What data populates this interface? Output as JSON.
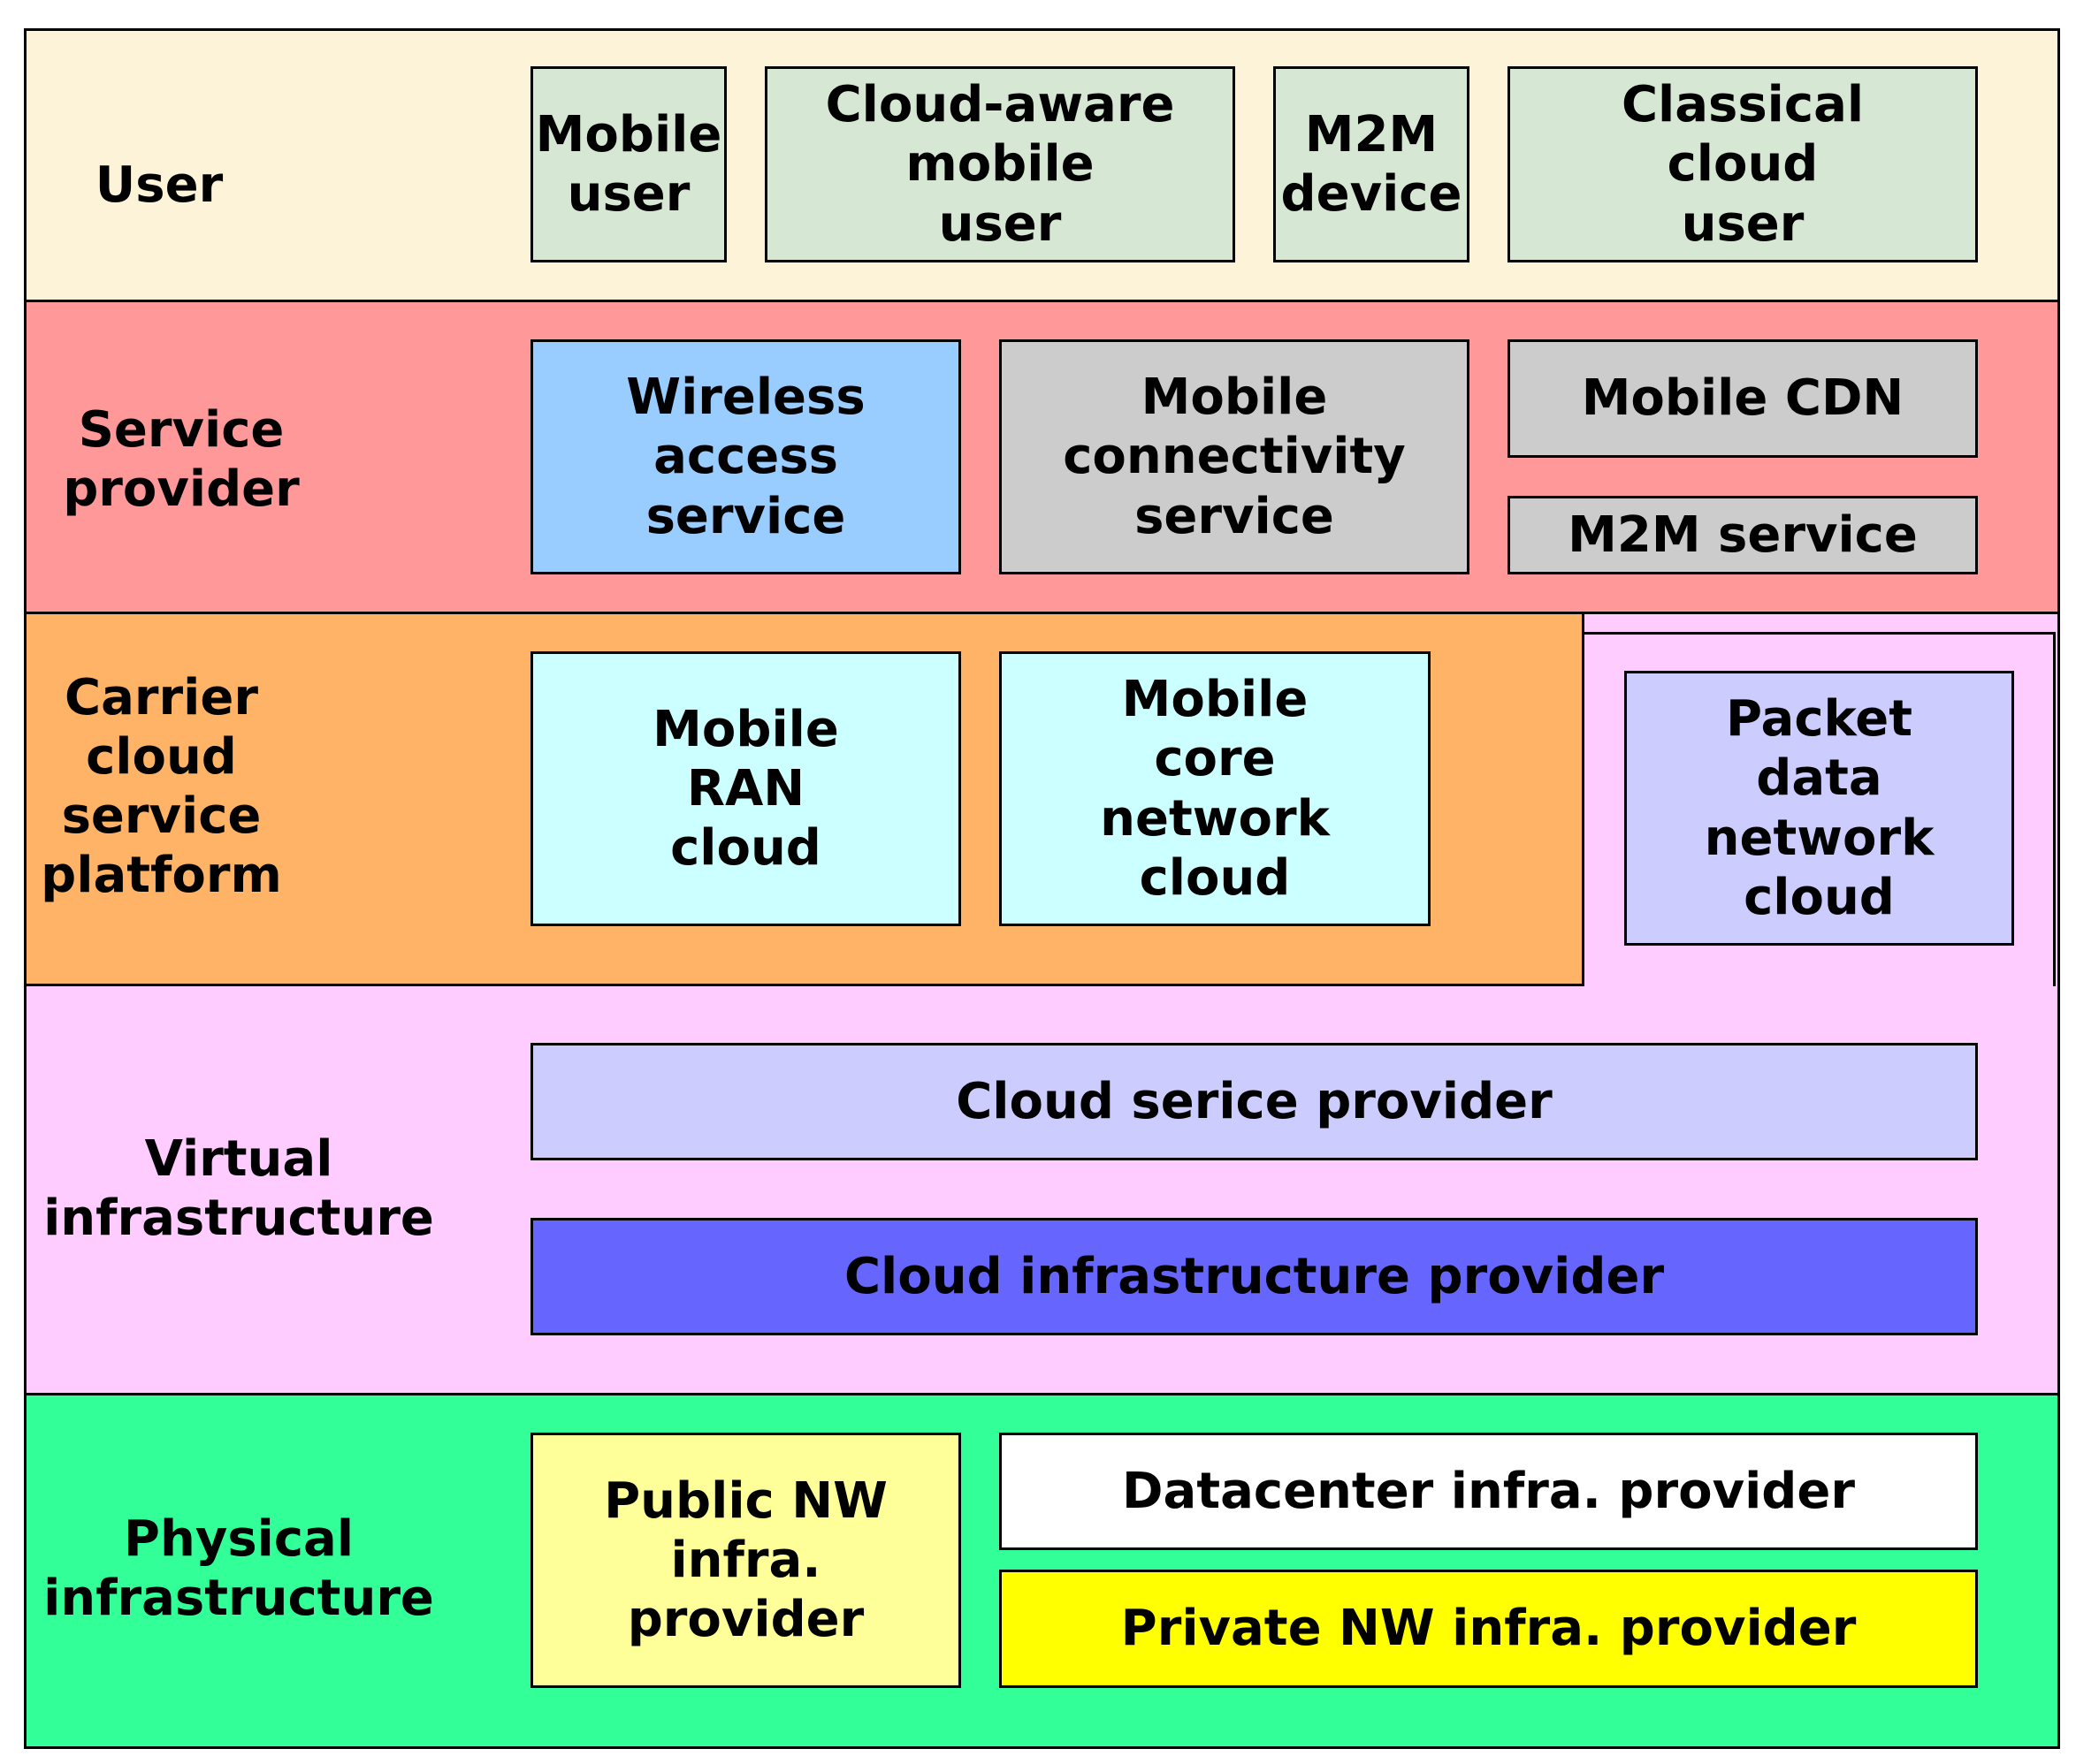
{
  "colors": {
    "user_layer": "#fdf3d8",
    "service_layer": "#ff9999",
    "carrier_layer": "#ffb366",
    "virtual_layer": "#ffccff",
    "physical_layer": "#33ff99",
    "light_green": "#d6e8d4",
    "light_blue": "#99ccff",
    "gray": "#cccccc",
    "light_cyan": "#ccffff",
    "lavender": "#ccccff",
    "blue": "#6666ff",
    "light_yellow": "#ffff99",
    "white": "#ffffff",
    "yellow": "#ffff00"
  },
  "layers": {
    "user": "User",
    "service_provider": "Service\nprovider",
    "carrier": "Carrier\ncloud\nservice\nplatform",
    "virtual": "Virtual\ninfrastructure",
    "physical": "Physical\ninfrastructure"
  },
  "boxes": {
    "mobile_user": "Mobile\nuser",
    "cloud_aware_mobile_user": "Cloud-aware\nmobile\nuser",
    "m2m_device": "M2M\ndevice",
    "classical_cloud_user": "Classical\ncloud\nuser",
    "wireless_access_service": "Wireless\naccess\nservice",
    "mobile_connectivity_service": "Mobile\nconnectivity\nservice",
    "mobile_cdn": "Mobile CDN",
    "m2m_service": "M2M service",
    "mobile_ran_cloud": "Mobile\nRAN\ncloud",
    "mobile_core_network_cloud": "Mobile\ncore\nnetwork\ncloud",
    "packet_data_network_cloud": "Packet\ndata\nnetwork\ncloud",
    "cloud_service_provider": "Cloud serice provider",
    "cloud_infrastructure_provider": "Cloud infrastructure provider",
    "public_nw_infra_provider": "Public NW\ninfra.\nprovider",
    "datacenter_infra_provider": "Datacenter infra. provider",
    "private_nw_infra_provider": "Private NW infra. provider"
  }
}
